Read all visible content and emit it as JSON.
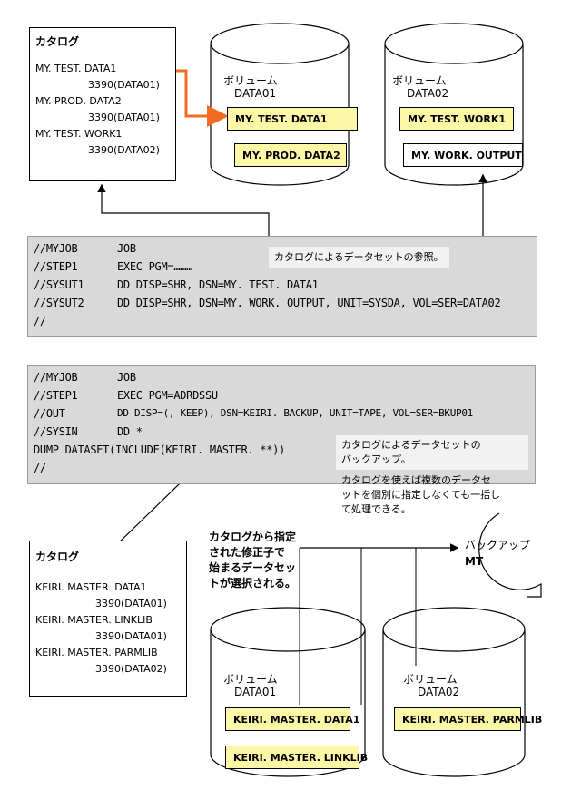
{
  "top": {
    "catalog": {
      "title": "カタログ",
      "entries": [
        {
          "name": "MY. TEST. DATA1",
          "vol": "3390(DATA01)"
        },
        {
          "name": "MY. PROD. DATA2",
          "vol": "3390(DATA01)"
        },
        {
          "name": "MY. TEST. WORK1",
          "vol": "3390(DATA02)"
        }
      ]
    },
    "volume1": {
      "label": "ボリューム",
      "name": "DATA01",
      "datasets": [
        "MY. TEST. DATA1",
        "MY. PROD. DATA2"
      ]
    },
    "volume2": {
      "label": "ボリューム",
      "name": "DATA02",
      "datasets": [
        "MY. TEST. WORK1",
        "MY. WORK. OUTPUT"
      ]
    },
    "jcl": [
      {
        "a": "//MYJOB",
        "b": "JOB",
        "c": ""
      },
      {
        "a": "//STEP1",
        "b": "EXEC PGM=………",
        "c": ""
      },
      {
        "a": "//SYSUT1",
        "b": "DD DISP=SHR, DSN=MY. TEST. DATA1",
        "c": ""
      },
      {
        "a": "//SYSUT2",
        "b": "DD DISP=SHR, DSN=MY. WORK. OUTPUT, UNIT=SYSDA, VOL=SER=DATA02",
        "c": ""
      },
      {
        "a": "//",
        "b": "",
        "c": ""
      }
    ],
    "note": "カタログによるデータセットの参照。"
  },
  "bottom": {
    "jcl": [
      {
        "a": "//MYJOB",
        "b": "JOB"
      },
      {
        "a": "//STEP1",
        "b": "EXEC PGM=ADRDSSU"
      },
      {
        "a": "//OUT",
        "b": "DD DISP=(, KEEP), DSN=KEIRI. BACKUP, UNIT=TAPE, VOL=SER=BKUP01"
      },
      {
        "a": "//SYSIN",
        "b": "DD *"
      },
      {
        "a": "  DUMP DATASET(INCLUDE(KEIRI. MASTER. **))",
        "b": ""
      },
      {
        "a": "//",
        "b": ""
      }
    ],
    "note_lines": [
      "カタログによるデータセットの",
      "バックアップ。",
      "カタログを使えば複数のデータセ",
      "ットを個別に指定しなくても一括し",
      "て処理できる。"
    ],
    "catalog": {
      "title": "カタログ",
      "entries": [
        {
          "name": "KEIRI. MASTER. DATA1",
          "vol": "3390(DATA01)"
        },
        {
          "name": "KEIRI. MASTER. LINKLIB",
          "vol": "3390(DATA01)"
        },
        {
          "name": "KEIRI. MASTER. PARMLIB",
          "vol": "3390(DATA02)"
        }
      ]
    },
    "selected_note": [
      "カタログから指定",
      "された修正子で",
      "始まるデータセッ",
      "トが選択される。"
    ],
    "backup": {
      "label": "バックアップ",
      "medium": "MT"
    },
    "volume1": {
      "label": "ボリューム",
      "name": "DATA01",
      "datasets": [
        "KEIRI. MASTER. DATA1",
        "KEIRI. MASTER. LINKLIB"
      ]
    },
    "volume2": {
      "label": "ボリューム",
      "name": "DATA02",
      "datasets": [
        "KEIRI. MASTER. PARMLIB"
      ]
    }
  },
  "colors": {
    "highlight": "#fbf7a6",
    "arrow_orange": "#f26b21",
    "jcl_bg": "#d9d9d9"
  }
}
